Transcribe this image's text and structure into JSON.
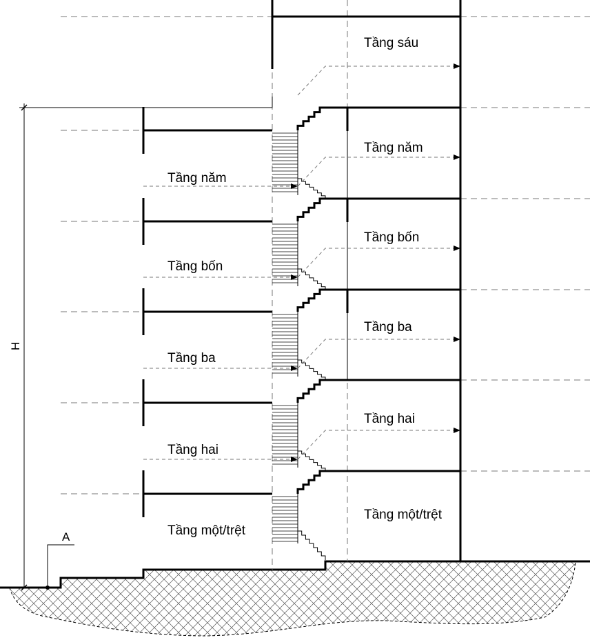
{
  "right_floor_labels": [
    "Tầng sáu",
    "Tầng năm",
    "Tầng bốn",
    "Tầng ba",
    "Tầng hai",
    "Tầng một/trệt"
  ],
  "left_floor_labels": [
    "Tầng năm",
    "Tầng bốn",
    "Tầng ba",
    "Tầng hai",
    "Tầng một/trệt"
  ],
  "height_label": "H",
  "point_label": "A",
  "colors": {
    "line": "#000000",
    "dashed": "#777777",
    "background": "#ffffff"
  }
}
